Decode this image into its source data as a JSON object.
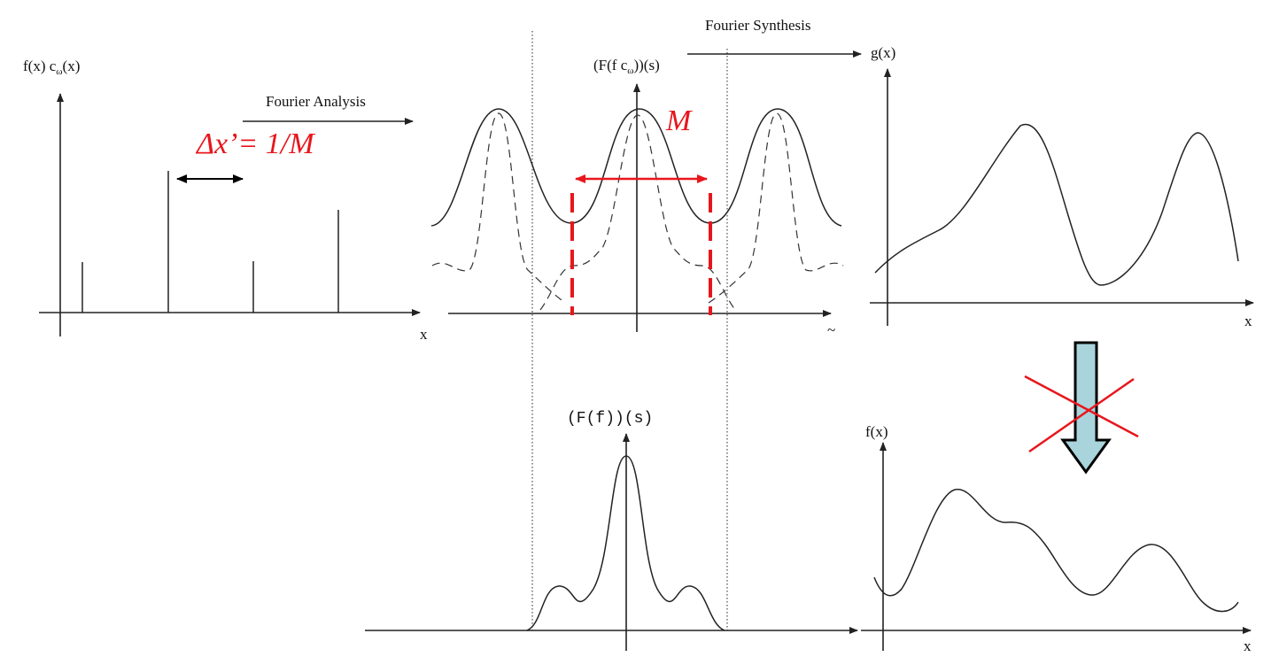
{
  "labels": {
    "panel1_y": "f(x) c",
    "panel1_y_sub": "ω",
    "panel1_y_tail": "(x)",
    "panel1_x": "x",
    "analysis": "Fourier Analysis",
    "synthesis": "Fourier Synthesis",
    "delta": "Δx’= 1/M",
    "panel2_y": "(F(f c",
    "panel2_y_sub": "ω",
    "panel2_y_tail": "))(s)",
    "panel2_x": "~",
    "M": "M",
    "panel3_y": "g(x)",
    "panel3_x": "x",
    "panel4_y": "(F(f))(s)",
    "panel5_y": "f(x)",
    "panel5_x": "x"
  },
  "colors": {
    "ink": "#222222",
    "accent_red": "#e8161c",
    "arrow_fill": "#a9d4dc"
  },
  "icons": {
    "down_arrow": "down-arrow-icon",
    "cross": "x-mark-icon"
  }
}
